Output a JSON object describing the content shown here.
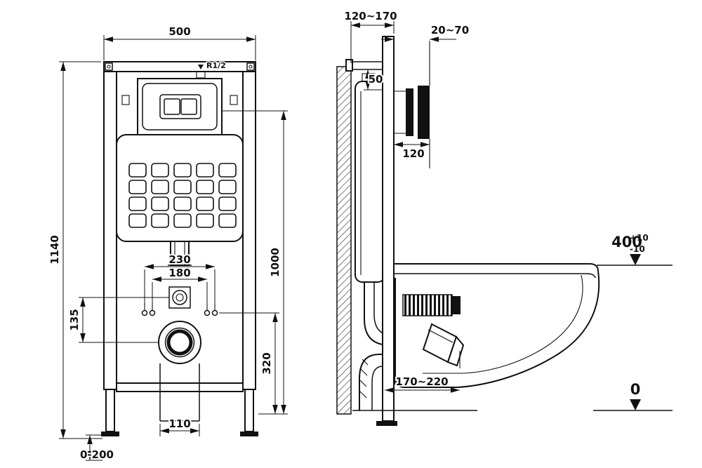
{
  "front_view": {
    "dim_width": "500",
    "dim_height": "1140",
    "dim_plate_height": "1000",
    "dim_bolt_outer": "230",
    "dim_bolt_inner": "180",
    "dim_inlet_drop": "135",
    "dim_drain_height": "320",
    "dim_outlet_width": "110",
    "dim_foot_adjust": "0-200",
    "label_thread": "R1/2"
  },
  "side_view": {
    "dim_frame_depth": "120~170",
    "dim_wall_finish": "20~70",
    "dim_top_gap": "50",
    "dim_plate": "120",
    "dim_rim_height": "400",
    "dim_rim_tol_plus": "+10",
    "dim_rim_tol_minus": "-10",
    "dim_drain_offset": "170~220",
    "dim_floor": "0"
  }
}
